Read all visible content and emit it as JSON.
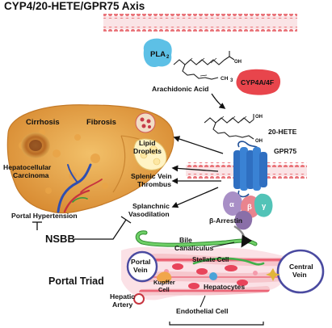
{
  "title": "CYP4/20-HETE/GPR75 Axis",
  "labels": {
    "pla2": "PLA",
    "pla2_sub": "2",
    "cooh_aa": "OH",
    "ch3": "CH",
    "ch3_sub": "3",
    "arachidonic_acid": "Arachidonic Acid",
    "cyp4a": "CYP4A/4F",
    "cooh_hete": "OH",
    "oh_hete": "OH",
    "hete20": "20-HETE",
    "cirrhosis": "Cirrhosis",
    "fibrosis": "Fibrosis",
    "hcc_1": "Hepatocellular",
    "hcc_2": "Carcinoma",
    "lipid_1": "Lipid",
    "lipid_2": "Droplets",
    "gpr75": "GPR75",
    "alpha": "α",
    "beta": "β",
    "gamma": "γ",
    "splenic_1": "Splenic Vein",
    "splenic_2": "Thrombus",
    "barrestin": "β-Arrestin",
    "splanchnic_1": "Splanchnic",
    "splanchnic_2": "Vasodilation",
    "portal_hypertension": "Portal Hypertension",
    "nsbb": "NSBB",
    "bile_1": "Bile",
    "bile_2": "Canaliculus",
    "stellate": "Stellate Cell",
    "portal_vein_1": "Portal",
    "portal_vein_2": "Vein",
    "central_vein_1": "Central",
    "central_vein_2": "Vein",
    "portal_triad": "Portal Triad",
    "kupffer_1": "Kupffer",
    "kupffer_2": "Cell",
    "hepatocytes": "Hepatocytes",
    "hepatic_artery_1": "Hepatic",
    "hepatic_artery_2": "Artery",
    "endothelial": "Endothelial Cell"
  },
  "colors": {
    "membrane": "#e9747a",
    "pla2": "#5dc0e6",
    "cyp4a": "#e8454c",
    "liver": "#d9953c",
    "liver_light": "#f0c074",
    "gpr75": "#2f6fc1",
    "g_alpha": "#a88fc6",
    "g_beta": "#e9848e",
    "g_gamma": "#52c3b7",
    "barrestin": "#8a6fa8",
    "sinusoid": "#e8445a",
    "bile": "#56b94b",
    "vein_wall": "#4a4aa0"
  }
}
